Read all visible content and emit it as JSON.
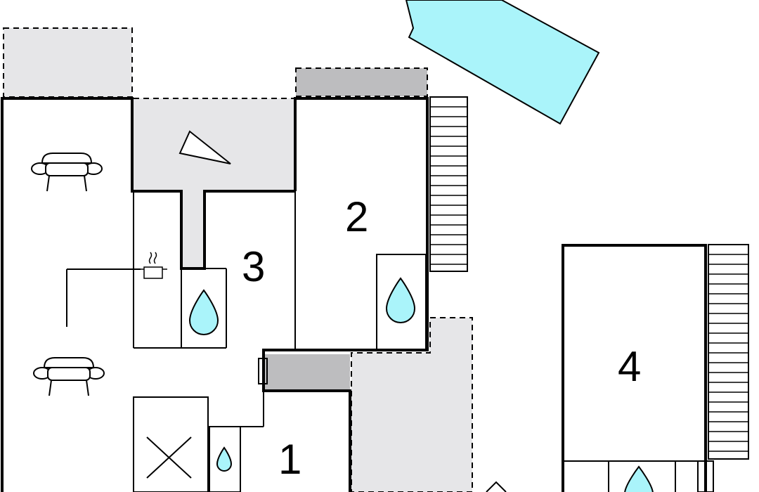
{
  "colors": {
    "wall": "#000000",
    "terrace": "#e6e6e8",
    "covered": "#bdbdbf",
    "water": "#aaf4fa",
    "background": "#ffffff"
  },
  "rooms": [
    {
      "id": "room-1",
      "label": "1"
    },
    {
      "id": "room-2",
      "label": "2"
    },
    {
      "id": "room-3",
      "label": "3"
    },
    {
      "id": "room-4",
      "label": "4"
    }
  ],
  "icons": [
    "sofa-icon",
    "cooking-pot-icon",
    "water-drop-icon",
    "bed-cross-icon",
    "compass-triangle-icon",
    "pool-icon",
    "stairs-icon"
  ]
}
